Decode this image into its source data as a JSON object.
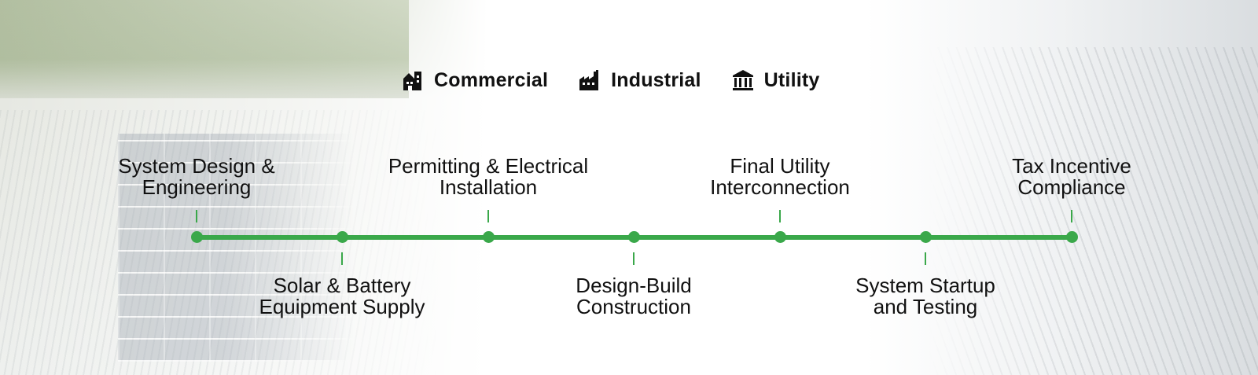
{
  "legend": {
    "items": [
      {
        "label": "Commercial",
        "icon": "commercial-building-icon"
      },
      {
        "label": "Industrial",
        "icon": "factory-icon"
      },
      {
        "label": "Utility",
        "icon": "utility-columns-icon"
      }
    ]
  },
  "timeline": {
    "accent_color": "#3aa84a",
    "steps": [
      {
        "line1": "System Design &",
        "line2": "Engineering",
        "position": "above"
      },
      {
        "line1": "Solar & Battery",
        "line2": "Equipment Supply",
        "position": "below"
      },
      {
        "line1": "Permitting & Electrical",
        "line2": "Installation",
        "position": "above"
      },
      {
        "line1": "Design-Build",
        "line2": "Construction",
        "position": "below"
      },
      {
        "line1": "Final Utility",
        "line2": "Interconnection",
        "position": "above"
      },
      {
        "line1": "System Startup",
        "line2": "and Testing",
        "position": "below"
      },
      {
        "line1": "Tax Incentive",
        "line2": "Compliance",
        "position": "above"
      }
    ]
  }
}
